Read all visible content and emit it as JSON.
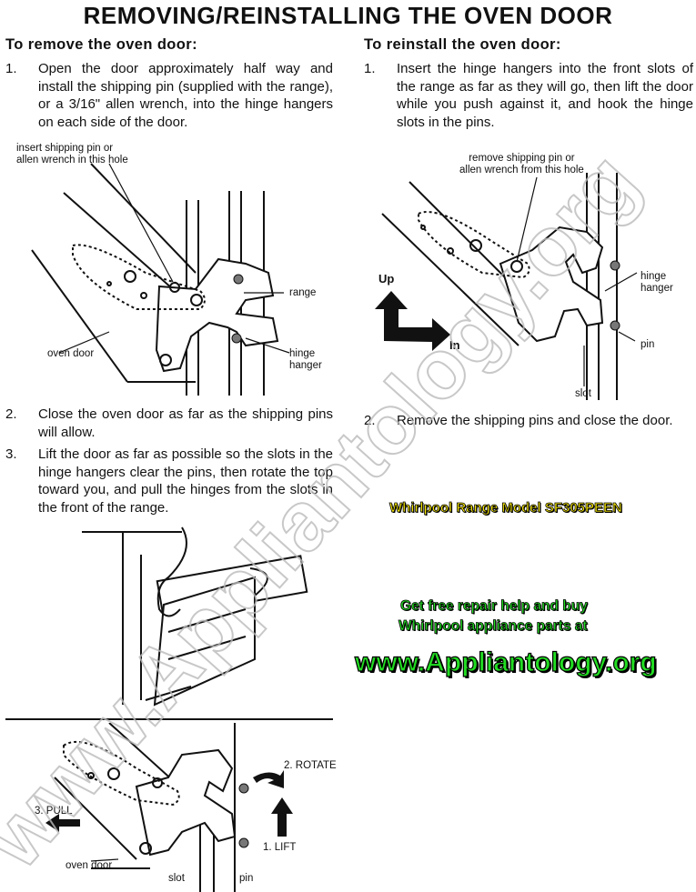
{
  "title": "REMOVING/REINSTALLING THE OVEN DOOR",
  "remove": {
    "heading": "To remove the oven door:",
    "steps": [
      {
        "num": "1.",
        "text": "Open the door approximately half way and install the shipping pin (supplied with the range), or a 3/16\" allen wrench, into the hinge hangers on each side of the door."
      },
      {
        "num": "2.",
        "text": "Close the oven door as far as the shipping pins will allow."
      },
      {
        "num": "3.",
        "text": "Lift the door as far as possible so the slots in the hinge hangers clear the pins, then rotate the top toward you, and pull the hinges from the slots in the front of the range."
      }
    ],
    "diagram1": {
      "callout_line1": "insert shipping pin or",
      "callout_line2": "allen wrench in this hole",
      "range": "range",
      "oven_door": "oven door",
      "hinge": "hinge",
      "hanger": "hanger"
    },
    "diagram3": {
      "rotate": "2. ROTATE",
      "pull": "3. PULL",
      "lift": "1. LIFT",
      "oven_door": "oven door",
      "slot": "slot",
      "pin": "pin"
    }
  },
  "reinstall": {
    "heading": "To reinstall the oven door:",
    "steps": [
      {
        "num": "1.",
        "text": "Insert the hinge hangers into the front slots of the range as far as they will go, then lift the door while you push against it, and hook the hinge slots in the pins."
      },
      {
        "num": "2.",
        "text": "Remove the shipping pins and close the door."
      }
    ],
    "diagram2": {
      "callout_line1": "remove shipping pin or",
      "callout_line2": "allen wrench from this hole",
      "up": "Up",
      "in": "In",
      "hinge": "hinge",
      "hanger": "hanger",
      "pin": "pin",
      "slot": "slot"
    }
  },
  "promo": {
    "model": "Whirlpool Range Model SF305PEEN",
    "line1": "Get free repair help and buy",
    "line2": "Whirlpool appliance parts at",
    "url": "www.Appliantology.org"
  },
  "watermark": "www.Appliantology.org",
  "colors": {
    "model": "#f5e600",
    "promo": "#22dd22"
  }
}
